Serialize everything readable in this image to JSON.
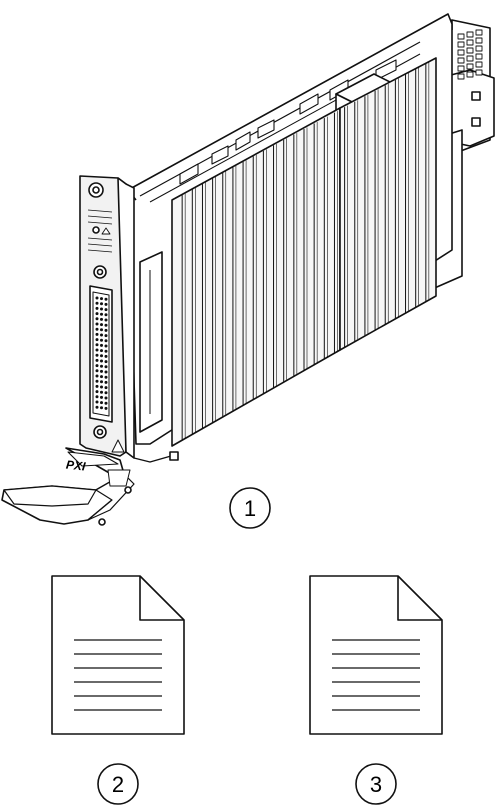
{
  "illustration": {
    "subject": "pxi-module",
    "handle_text": "PXI",
    "colors": {
      "stroke": "#111111",
      "fill": "#ffffff",
      "heatsink_fill": "#f7f7f7",
      "panel_fill": "#f2f2f2",
      "text": "#000000"
    }
  },
  "callouts": [
    {
      "label": "1",
      "refers_to": "pxi-module"
    },
    {
      "label": "2",
      "refers_to": "document-2"
    },
    {
      "label": "3",
      "refers_to": "document-3"
    }
  ]
}
